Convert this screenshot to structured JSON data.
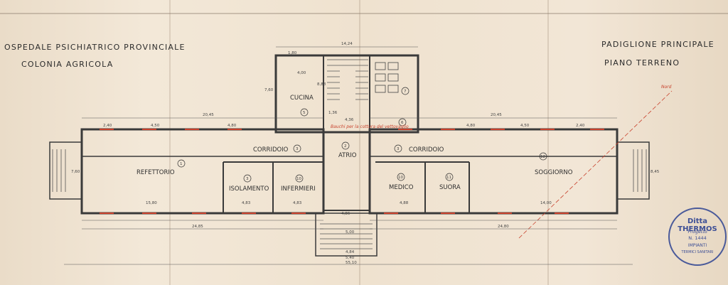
{
  "titles": {
    "left_line1": "OSPEDALE PSICHIATRICO PROVINCIALE",
    "left_line2": "COLONIA AGRICOLA",
    "right_line1": "PADIGLIONE PRINCIPALE",
    "right_line2": "PIANO TERRENO"
  },
  "rooms": {
    "cucina": "CUCINA",
    "corridoio_left": "CORRIDOIO",
    "corridoio_right": "CORRIDOIO",
    "atrio": "ATRIO",
    "refettorio": "REFETTORIO",
    "isolamento": "ISOLAMENTO",
    "infermieri": "INFERMIERI",
    "medico": "MEDICO",
    "suora": "SUORA",
    "soggiorno": "SOGGIORNO"
  },
  "room_numbers": {
    "refettorio": "1",
    "atrio": "2",
    "corridoio_left": "3",
    "corridoio_right": "3",
    "isolamento": "3",
    "infermieri": "10",
    "cucina": "5",
    "service": "6",
    "wc": "7",
    "medico": "10",
    "suora": "11",
    "soggiorno": "12"
  },
  "dimensions": {
    "top_14_24": "14,24",
    "top_1_80": "1,80",
    "top_4_00": "4,00",
    "left_20_45": "20,45",
    "right_20_45": "20,45",
    "left_2_40": "2,40",
    "left_4_50": "4,50",
    "left_4_80": "4,80",
    "right_4_80": "4,80",
    "right_4_50": "4,50",
    "right_2_40": "2,40",
    "mid_4_36": "4,36",
    "mid_1_36": "1,36",
    "bottom_15_80": "15,80",
    "bottom_14_00": "14,00",
    "bottom_4_83a": "4,83",
    "bottom_4_83b": "4,83",
    "bottom_4_88": "4,88",
    "bottom_4_86": "4,86",
    "bottom_24_85": "24,85",
    "bottom_24_80": "24,80",
    "bottom_5_00": "5,00",
    "bottom_4_84": "4,84",
    "bottom_5_40": "5,40",
    "bottom_55_10": "55,10",
    "height_7_60": "7,60",
    "height_8_45": "8,45",
    "height_8_88": "8,88",
    "cucina_size": "7,60"
  },
  "annotations": {
    "note_red": "Bauchi per la cottura del vettovaglio",
    "nord": "Nord"
  },
  "stamp": {
    "line1": "Ditta THERMOS",
    "line2": "Progetto",
    "line3": "N. 1444",
    "line4": "IMPIANTI",
    "line5": "TERMICI SANITARI"
  }
}
